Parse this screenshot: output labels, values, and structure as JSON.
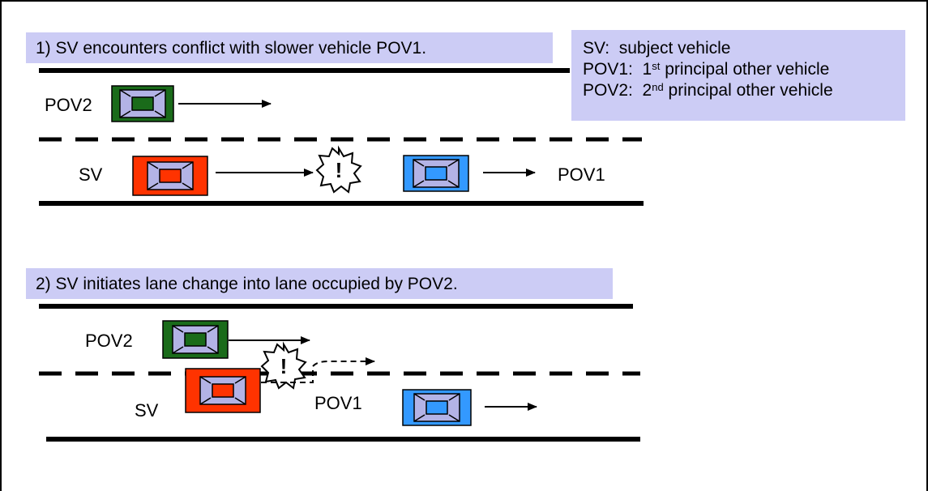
{
  "scenario_1": {
    "caption": "1) SV encounters conflict with slower vehicle POV1.",
    "labels": {
      "pov2": "POV2",
      "sv": "SV",
      "pov1": "POV1"
    }
  },
  "scenario_2": {
    "caption": "2) SV initiates lane change into lane occupied by POV2.",
    "labels": {
      "pov2": "POV2",
      "sv": "SV",
      "pov1": "POV1"
    }
  },
  "legend": {
    "sv": {
      "term": "SV:",
      "definition": "subject vehicle"
    },
    "pov1": {
      "term": "POV1:",
      "number": "1",
      "ordinal": "st",
      "definition": "principal other vehicle"
    },
    "pov2": {
      "term": "POV2:",
      "number": "2",
      "ordinal": "nd",
      "definition": "principal other vehicle"
    }
  },
  "conflict_symbol": "!",
  "colors": {
    "sv_vehicle": "#ff3300",
    "pov1_vehicle": "#3399ff",
    "pov2_vehicle": "#1a6b1a",
    "vehicle_window": "#b3b3e6",
    "caption_background": "#ccccf5"
  }
}
